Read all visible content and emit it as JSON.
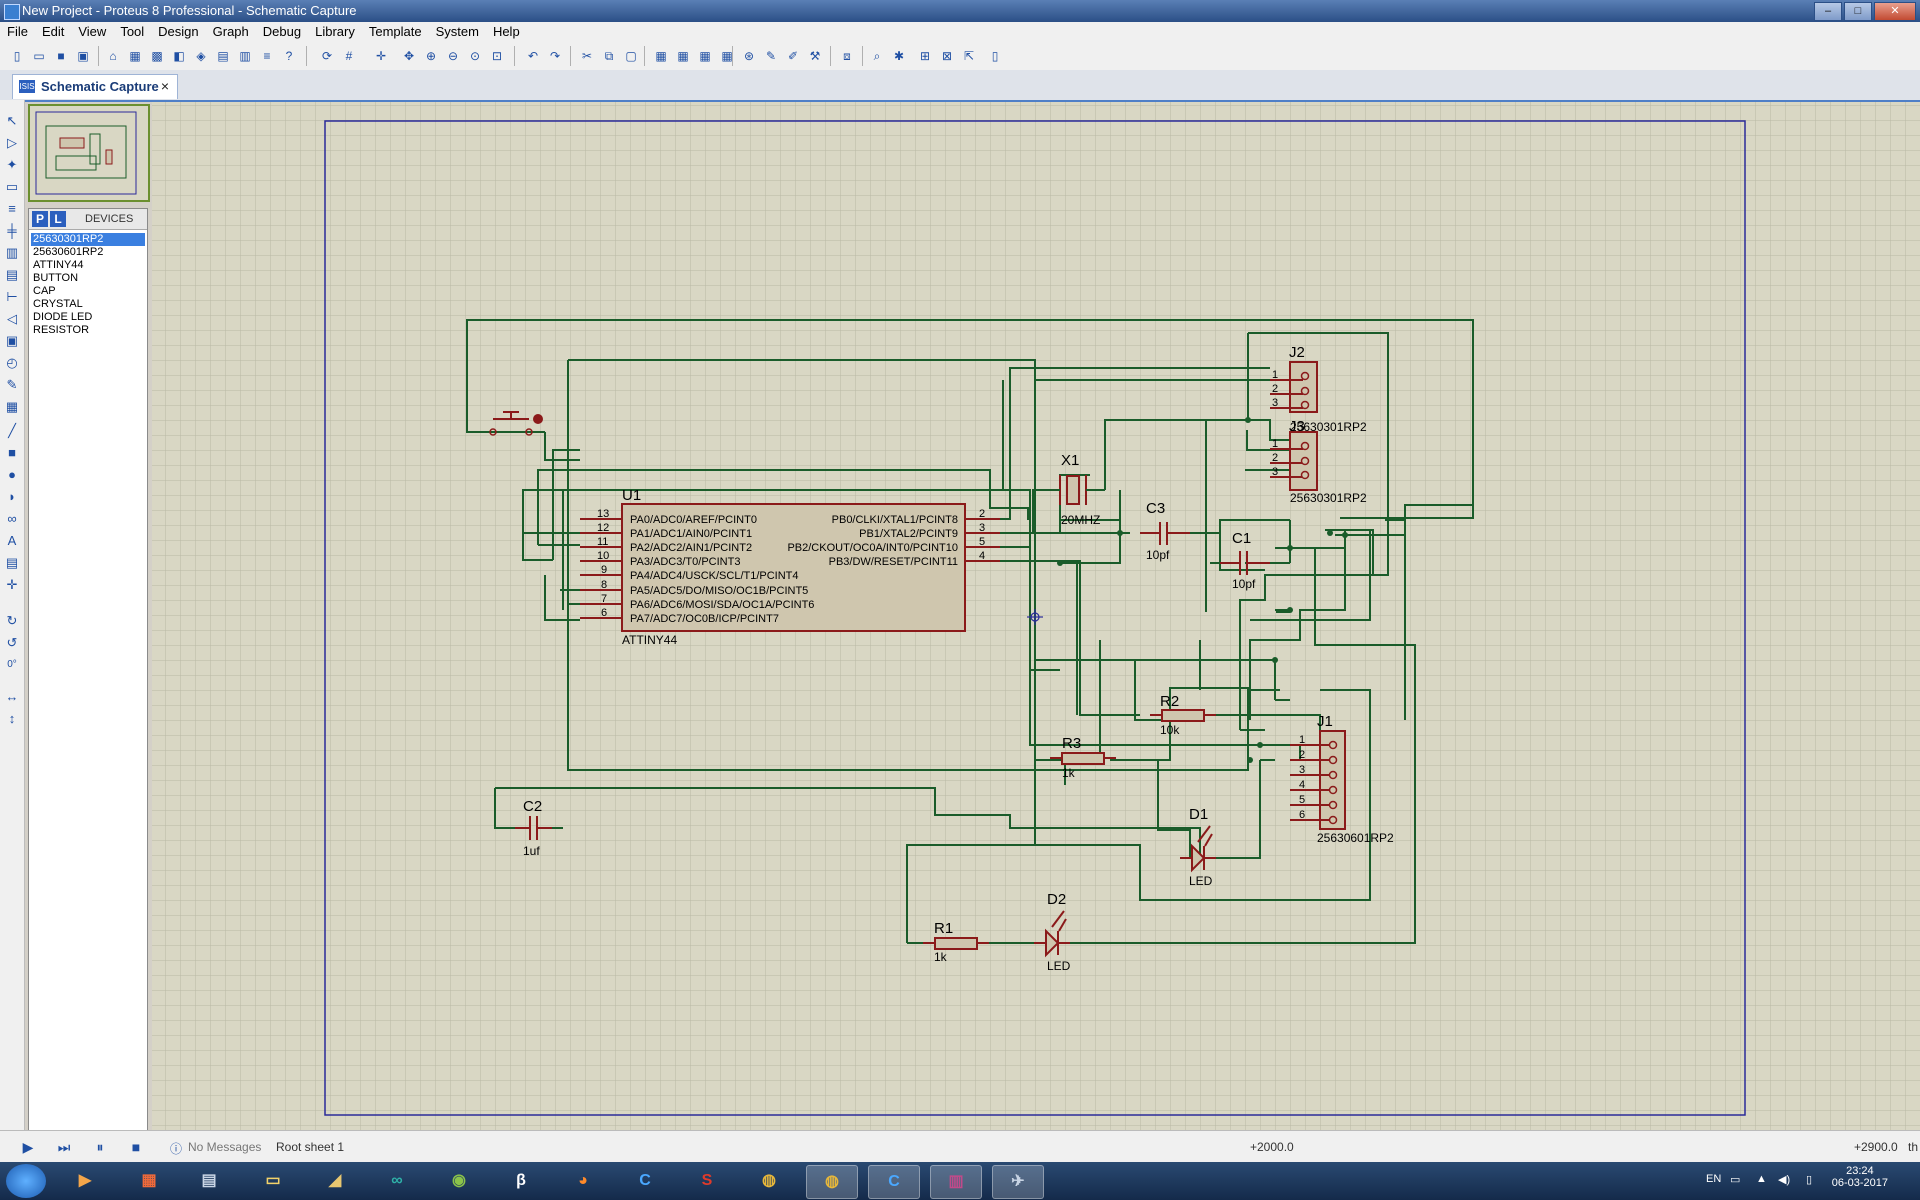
{
  "window": {
    "title": "New Project - Proteus 8 Professional - Schematic Capture"
  },
  "menu": [
    "File",
    "Edit",
    "View",
    "Tool",
    "Design",
    "Graph",
    "Debug",
    "Library",
    "Template",
    "System",
    "Help"
  ],
  "tab": {
    "label": "Schematic Capture",
    "close": "×"
  },
  "devices": {
    "header": "DEVICES",
    "p_btn": "P",
    "l_btn": "L",
    "items": [
      "25630301RP2",
      "25630601RP2",
      "ATTINY44",
      "BUTTON",
      "CAP",
      "CRYSTAL",
      "DIODE LED",
      "RESISTOR"
    ],
    "selected": 0
  },
  "left_tools": {
    "rotation": "0°"
  },
  "schematic": {
    "u1": {
      "ref": "U1",
      "part": "ATTINY44",
      "left_pins": [
        {
          "num": "13",
          "name": "PA0/ADC0/AREF/PCINT0"
        },
        {
          "num": "12",
          "name": "PA1/ADC1/AIN0/PCINT1"
        },
        {
          "num": "11",
          "name": "PA2/ADC2/AIN1/PCINT2"
        },
        {
          "num": "10",
          "name": "PA3/ADC3/T0/PCINT3"
        },
        {
          "num": "9",
          "name": "PA4/ADC4/USCK/SCL/T1/PCINT4"
        },
        {
          "num": "8",
          "name": "PA5/ADC5/DO/MISO/OC1B/PCINT5"
        },
        {
          "num": "7",
          "name": "PA6/ADC6/MOSI/SDA/OC1A/PCINT6"
        },
        {
          "num": "6",
          "name": "PA7/ADC7/OC0B/ICP/PCINT7"
        }
      ],
      "right_pins": [
        {
          "num": "2",
          "name": "PB0/CLKI/XTAL1/PCINT8"
        },
        {
          "num": "3",
          "name": "PB1/XTAL2/PCINT9"
        },
        {
          "num": "5",
          "name": "PB2/CKOUT/OC0A/INT0/PCINT10"
        },
        {
          "num": "4",
          "name": "PB3/DW/RESET/PCINT11"
        }
      ]
    },
    "x1": {
      "ref": "X1",
      "value": "20MHZ"
    },
    "c3": {
      "ref": "C3",
      "value": "10pf"
    },
    "c1": {
      "ref": "C1",
      "value": "10pf"
    },
    "c2": {
      "ref": "C2",
      "value": "1uf"
    },
    "r1": {
      "ref": "R1",
      "value": "1k"
    },
    "r2": {
      "ref": "R2",
      "value": "10k"
    },
    "r3": {
      "ref": "R3",
      "value": "1k"
    },
    "d1": {
      "ref": "D1",
      "value": "LED"
    },
    "d2": {
      "ref": "D2",
      "value": "LED"
    },
    "j2": {
      "ref": "J2",
      "part": "25630301RP2",
      "pins": [
        "1",
        "2",
        "3"
      ]
    },
    "j3": {
      "ref": "J3",
      "part": "25630301RP2",
      "pins": [
        "1",
        "2",
        "3"
      ]
    },
    "j1": {
      "ref": "J1",
      "part": "25630601RP2",
      "pins": [
        "1",
        "2",
        "3",
        "4",
        "5",
        "6"
      ]
    }
  },
  "status": {
    "messages": "No Messages",
    "sheet": "Root sheet 1",
    "coord_x": "+2000.0",
    "coord_y": "+2900.0",
    "unit": "th"
  },
  "tray": {
    "lang": "EN",
    "time": "23:24",
    "date": "06-03-2017"
  },
  "colors": {
    "wire": "#1a5c2a",
    "component": "#8b1a1a",
    "body": "#cfc6ae",
    "canvas": "#d9d7c4",
    "sheet_border": "#2a2a9a"
  }
}
